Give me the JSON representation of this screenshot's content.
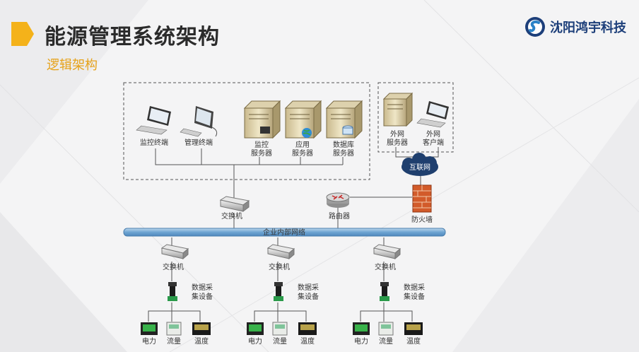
{
  "header": {
    "title": "能源管理系统架构",
    "subtitle": "逻辑架构",
    "company": "沈阳鸿宇科技"
  },
  "colors": {
    "accent": "#f4b21a",
    "subtitle": "#e6a21a",
    "bus": "#7fb2d9",
    "brand": "#1d3f7a"
  },
  "diagram": {
    "clients": {
      "monitor_terminal": "监控终端",
      "management_terminal": "管理终端"
    },
    "servers": [
      {
        "line1": "监控",
        "line2": "服务器"
      },
      {
        "line1": "应用",
        "line2": "服务器"
      },
      {
        "line1": "数据库",
        "line2": "服务器"
      }
    ],
    "external": {
      "server": {
        "line1": "外网",
        "line2": "服务器"
      },
      "client": {
        "line1": "外网",
        "line2": "客户端"
      }
    },
    "internet": "互联网",
    "firewall": "防火墙",
    "router": "路由器",
    "core_switch": "交换机",
    "bus": "企业内部网络",
    "branches": [
      {
        "switch": "交换机",
        "collector_line1": "数据采",
        "collector_line2": "集设备",
        "meters": [
          "电力",
          "流量",
          "温度"
        ]
      },
      {
        "switch": "交换机",
        "collector_line1": "数据采",
        "collector_line2": "集设备",
        "meters": [
          "电力",
          "流量",
          "温度"
        ]
      },
      {
        "switch": "交换机",
        "collector_line1": "数据采",
        "collector_line2": "集设备",
        "meters": [
          "电力",
          "流量",
          "温度"
        ]
      }
    ]
  }
}
